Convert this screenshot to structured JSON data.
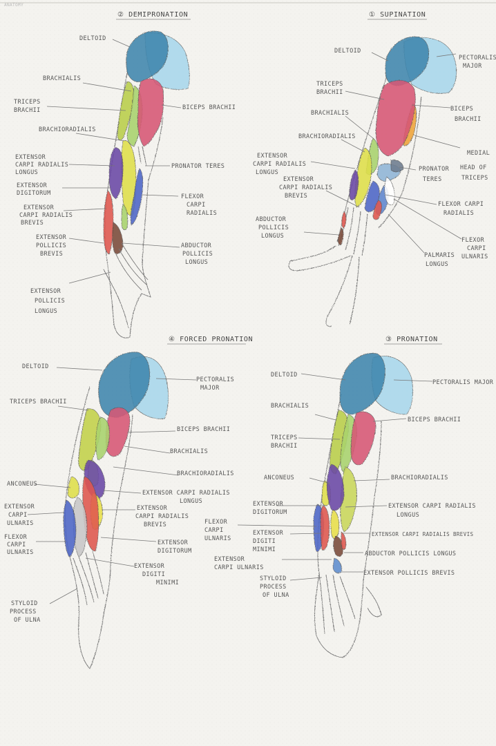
{
  "page": {
    "corner_note": "ANATOMY"
  },
  "colors": {
    "deltoid": "#3f86ad",
    "pectoralis": "#a8d8ec",
    "biceps": "#d65775",
    "brachialis_green": "#a9d36d",
    "triceps_yellow": "#dede4a",
    "extensor_purple": "#6a47a5",
    "flexor_blue": "#4d66c6",
    "red": "#e0574f",
    "orange": "#f0a43a",
    "brown": "#7a4a38"
  },
  "panels": {
    "demipronation": {
      "title": "② DEMIPRONATION",
      "labels": {
        "deltoid": "DELTOID",
        "brachialis": "BRACHIALIS",
        "triceps1": "TRICEPS",
        "triceps2": "BRACHII",
        "biceps": "BICEPS BRACHII",
        "brachioradialis": "BRACHIORADIALIS",
        "ecrl1": "EXTENSOR",
        "ecrl2": "CARPI RADIALIS",
        "ecrl3": "LONGUS",
        "pronator": "PRONATOR TERES",
        "ed1": "EXTENSOR",
        "ed2": "DIGITORUM",
        "fcr1": "FLEXOR",
        "fcr2": "CARPI",
        "fcr3": "RADIALIS",
        "ecrb1": "EXTENSOR",
        "ecrb2": "CARPI RADIALIS",
        "ecrb3": "BREVIS",
        "epb1": "EXTENSOR",
        "epb2": "POLLICIS",
        "epb3": "BREVIS",
        "apl1": "ABDUCTOR",
        "apl2": "POLLICIS",
        "apl3": "LONGUS",
        "epl1": "EXTENSOR",
        "epl2": "POLLICIS",
        "epl3": "LONGUS"
      }
    },
    "supination": {
      "title": "① SUPINATION",
      "labels": {
        "deltoid": "DELTOID",
        "pec1": "PECTORALIS",
        "pec2": "MAJOR",
        "triceps1": "TRICEPS",
        "triceps2": "BRACHII",
        "biceps1": "BICEPS",
        "biceps2": "BRACHII",
        "brachialis": "BRACHIALIS",
        "brachioradialis": "BRACHIORADIALIS",
        "medial1": "MEDIAL",
        "medial2": "HEAD OF",
        "medial3": "TRICEPS",
        "ecrl1": "EXTENSOR",
        "ecrl2": "CARPI RADIALIS",
        "ecrl3": "LONGUS",
        "pronator1": "PRONATOR",
        "pronator2": "TERES",
        "ecrb1": "EXTENSOR",
        "ecrb2": "CARPI RADIALIS",
        "ecrb3": "BREVIS",
        "fcr1": "FLEXOR CARPI",
        "fcr2": "RADIALIS",
        "apl1": "ABDUCTOR",
        "apl2": "POLLICIS",
        "apl3": "LONGUS",
        "fcu1": "FLEXOR",
        "fcu2": "CARPI",
        "fcu3": "ULNARIS",
        "pl1": "PALMARIS",
        "pl2": "LONGUS"
      }
    },
    "forced": {
      "title": "④ FORCED PRONATION",
      "labels": {
        "deltoid": "DELTOID",
        "pec1": "PECTORALIS",
        "pec2": "MAJOR",
        "triceps": "TRICEPS BRACHII",
        "biceps": "BICEPS BRACHII",
        "brachialis": "BRACHIALIS",
        "brachioradialis": "BRACHIORADIALIS",
        "anconeus": "ANCONEUS",
        "ecrl1": "EXTENSOR CARPI RADIALIS",
        "ecrl2": "LONGUS",
        "ecu1": "EXTENSOR",
        "ecu2": "CARPI",
        "ecu3": "ULNARIS",
        "ecrb1": "EXTENSOR",
        "ecrb2": "CARPI RADIALIS",
        "ecrb3": "BREVIS",
        "fcu1": "FLEXOR",
        "fcu2": "CARPI",
        "fcu3": "ULNARIS",
        "ed1": "EXTENSOR",
        "ed2": "DIGITORUM",
        "edm1": "EXTENSOR",
        "edm2": "DIGITI",
        "edm3": "MINIMI",
        "sty1": "STYLOID",
        "sty2": "PROCESS",
        "sty3": "OF ULNA"
      }
    },
    "pronation": {
      "title": "③ PRONATION",
      "labels": {
        "deltoid": "DELTOID",
        "pec": "PECTORALIS MAJOR",
        "brachialis": "BRACHIALIS",
        "biceps": "BICEPS BRACHII",
        "triceps1": "TRICEPS",
        "triceps2": "BRACHII",
        "anconeus": "ANCONEUS",
        "brachioradialis": "BRACHIORADIALIS",
        "ed1": "EXTENSOR",
        "ed2": "DIGITORUM",
        "ecrl1": "EXTENSOR CARPI RADIALIS",
        "ecrl2": "LONGUS",
        "fcu1": "FLEXOR",
        "fcu2": "CARPI",
        "fcu3": "ULNARIS",
        "edm1": "EXTENSOR",
        "edm2": "DIGITI",
        "edm3": "MINIMI",
        "ecrb": "EXTENSOR CARPI RADIALIS BREVIS",
        "apl": "ABDUCTOR POLLICIS LONGUS",
        "ecu1": "EXTENSOR",
        "ecu2": "CARPI ULNARIS",
        "epb": "EXTENSOR POLLICIS BREVIS",
        "sty1": "STYLOID",
        "sty2": "PROCESS",
        "sty3": "OF ULNA"
      }
    }
  }
}
